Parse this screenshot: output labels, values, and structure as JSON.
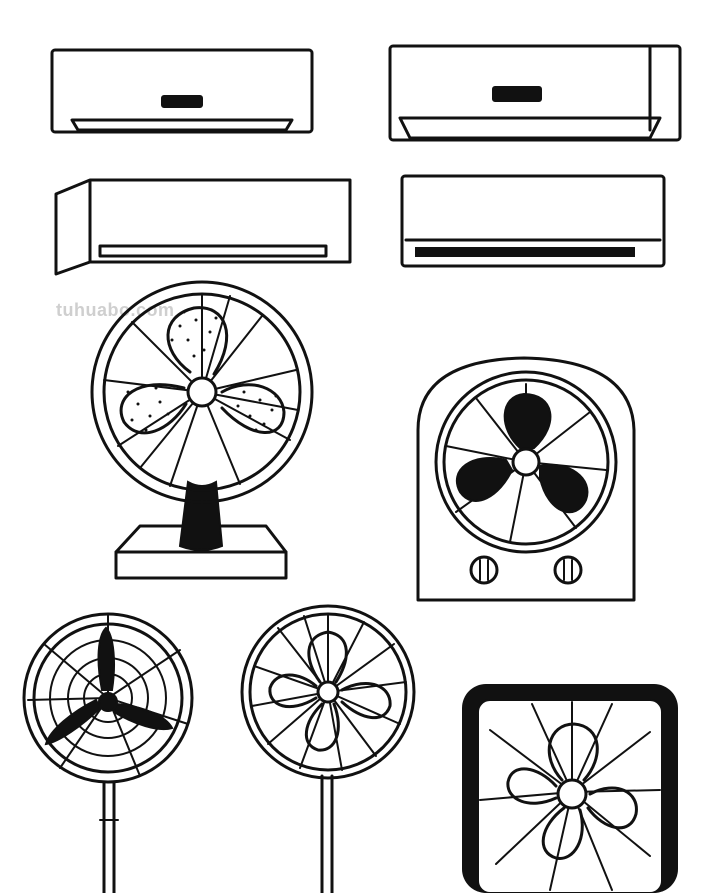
{
  "watermark": "tuhuabo.com",
  "colors": {
    "ink": "#111111",
    "paper": "#ffffff",
    "watermark": "#cfcfcf"
  },
  "objects": [
    "wall-air-conditioner",
    "wall-air-conditioner",
    "wall-air-conditioner",
    "wall-air-conditioner",
    "desk-fan",
    "box-fan",
    "pedestal-fan",
    "pedestal-fan",
    "square-fan"
  ]
}
